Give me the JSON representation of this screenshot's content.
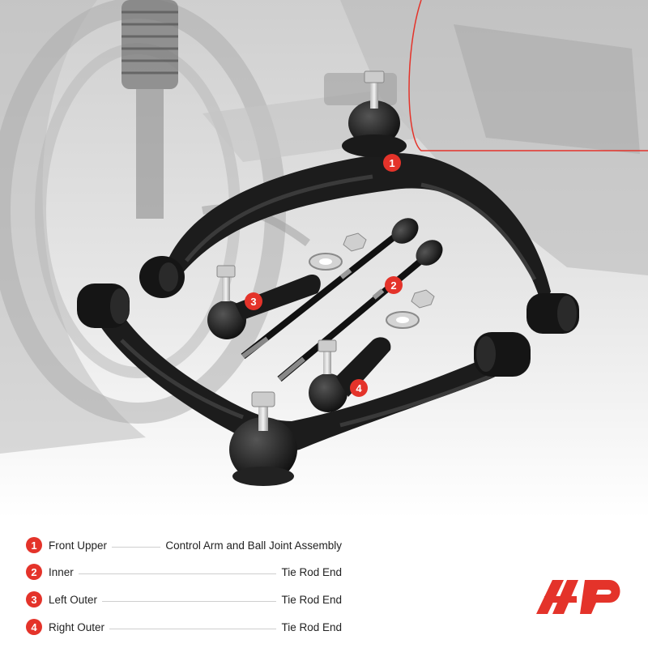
{
  "callouts": [
    "1",
    "2",
    "3",
    "4"
  ],
  "legend": [
    {
      "num": "1",
      "part": "Front Upper",
      "desc": "Control Arm and Ball Joint Assembly"
    },
    {
      "num": "2",
      "part": "Inner",
      "desc": "Tie Rod End"
    },
    {
      "num": "3",
      "part": "Left Outer",
      "desc": "Tie Rod End"
    },
    {
      "num": "4",
      "part": "Right Outer",
      "desc": "Tie Rod End"
    }
  ],
  "colors": {
    "accent": "#e4332a",
    "arm": "#1b1b1b",
    "background_photo": "#d9d9d9"
  },
  "logo": "a-premium-logo-icon"
}
